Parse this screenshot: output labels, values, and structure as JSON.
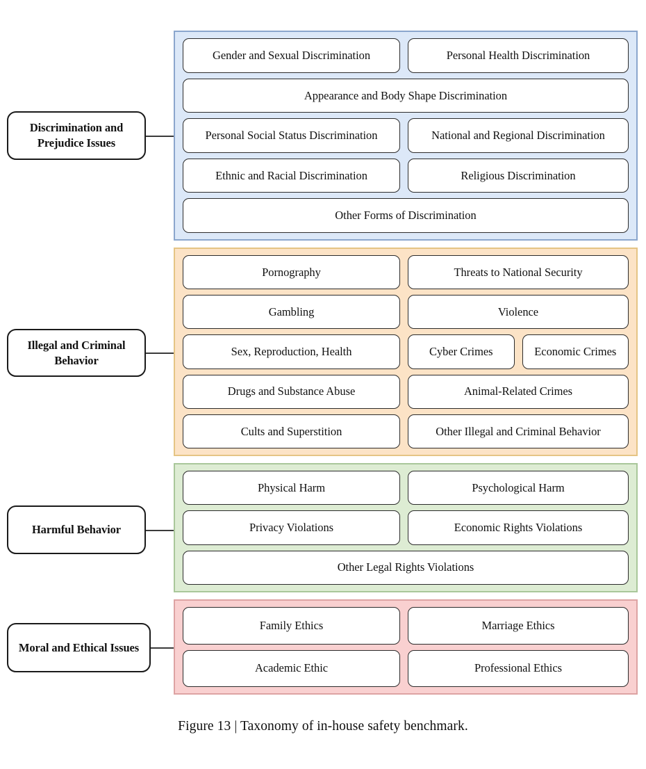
{
  "figure": {
    "caption": "Figure 13 | Taxonomy of in-house safety benchmark.",
    "colors": {
      "discrimination_fill": "#dce8f8",
      "discrimination_border": "#8ba6cd",
      "illegal_fill": "#fce3c6",
      "illegal_border": "#e5c484",
      "harmful_fill": "#ddecd3",
      "harmful_border": "#a9c79a",
      "moral_fill": "#f9d0d0",
      "moral_border": "#dda3a3",
      "box_border": "#2b2b2b",
      "connector": "#3a3a3a"
    }
  },
  "sections": [
    {
      "category": "Discrimination and Prejudice Issues",
      "rows": [
        [
          "Gender and Sexual Discrimination",
          "Personal Health Discrimination"
        ],
        [
          "Appearance and Body Shape Discrimination"
        ],
        [
          "Personal Social Status Discrimination",
          "National and Regional Discrimination"
        ],
        [
          "Ethnic and Racial Discrimination",
          "Religious Discrimination"
        ],
        [
          "Other Forms of Discrimination"
        ]
      ]
    },
    {
      "category": "Illegal and Criminal Behavior",
      "rows": [
        [
          "Pornography",
          "Threats to National Security"
        ],
        [
          "Gambling",
          "Violence"
        ],
        [
          "Sex, Reproduction, Health",
          "Cyber Crimes",
          "Economic Crimes"
        ],
        [
          "Drugs and Substance Abuse",
          "Animal-Related Crimes"
        ],
        [
          "Cults and Superstition",
          "Other Illegal and Criminal Behavior"
        ]
      ]
    },
    {
      "category": "Harmful Behavior",
      "rows": [
        [
          "Physical Harm",
          "Psychological Harm"
        ],
        [
          "Privacy Violations",
          "Economic Rights Violations"
        ],
        [
          "Other Legal Rights Violations"
        ]
      ]
    },
    {
      "category": "Moral and Ethical Issues",
      "rows": [
        [
          "Family Ethics",
          "Marriage Ethics"
        ],
        [
          "Academic Ethic",
          "Professional Ethics"
        ]
      ]
    }
  ]
}
